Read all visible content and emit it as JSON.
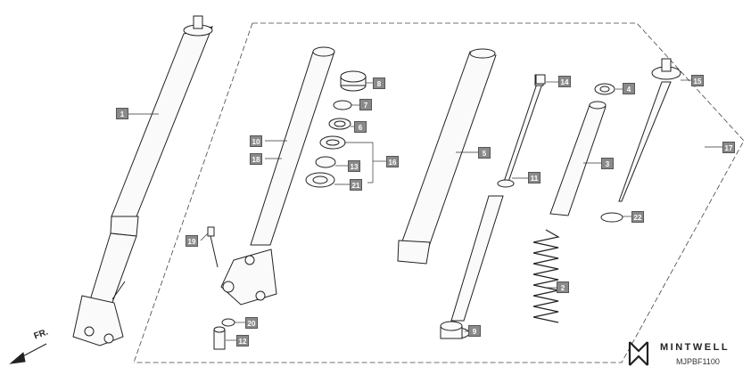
{
  "diagram": {
    "direction_label": "FR.",
    "brand_name": "MINTWELL",
    "diagram_code": "MJPBF1100",
    "callouts": {
      "c1": "1",
      "c2": "2",
      "c3": "3",
      "c4": "4",
      "c5": "5",
      "c6": "6",
      "c7": "7",
      "c8": "8",
      "c9": "9",
      "c10": "10",
      "c11": "11",
      "c12": "12",
      "c13": "13",
      "c15": "15",
      "c14": "14",
      "c16": "16",
      "c16b": "16",
      "c17": "17",
      "c18": "18",
      "c19": "19",
      "c20": "20",
      "c21": "21",
      "c22": "22"
    }
  }
}
